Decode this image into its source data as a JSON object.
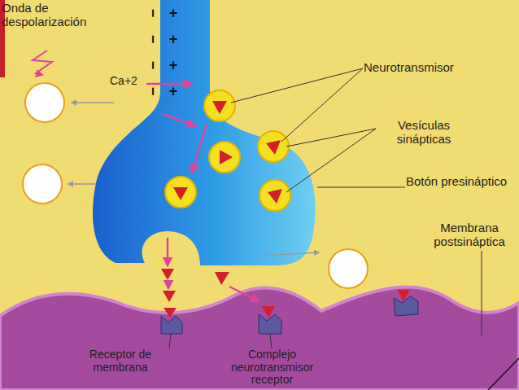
{
  "diagram": {
    "labels": [
      "Onda de despolarización",
      "Ca+2",
      "Neurotransmisor",
      "Vesículas sinápticas",
      "Botón presináptico",
      "Membrana postsináptica",
      "Receptor de membrana",
      "Complejo neurotransmisor receptor",
      "−",
      "+",
      "−",
      "+",
      "−",
      "+",
      "−",
      "+"
    ]
  }
}
